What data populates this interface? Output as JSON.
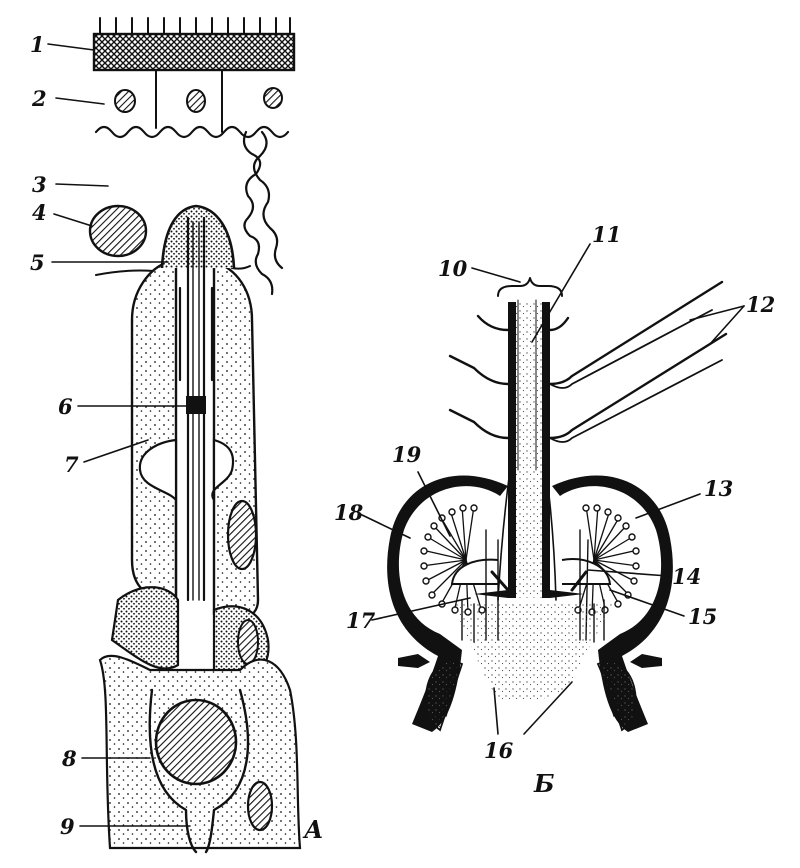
{
  "figure": {
    "panel_a": {
      "letter": "А"
    },
    "panel_b": {
      "letter": "Б"
    },
    "labels": [
      "1",
      "2",
      "3",
      "4",
      "5",
      "6",
      "7",
      "8",
      "9",
      "10",
      "11",
      "12",
      "13",
      "14",
      "15",
      "16",
      "17",
      "18",
      "19"
    ]
  },
  "colors": {
    "ink": "#111111",
    "paper": "#ffffff"
  }
}
